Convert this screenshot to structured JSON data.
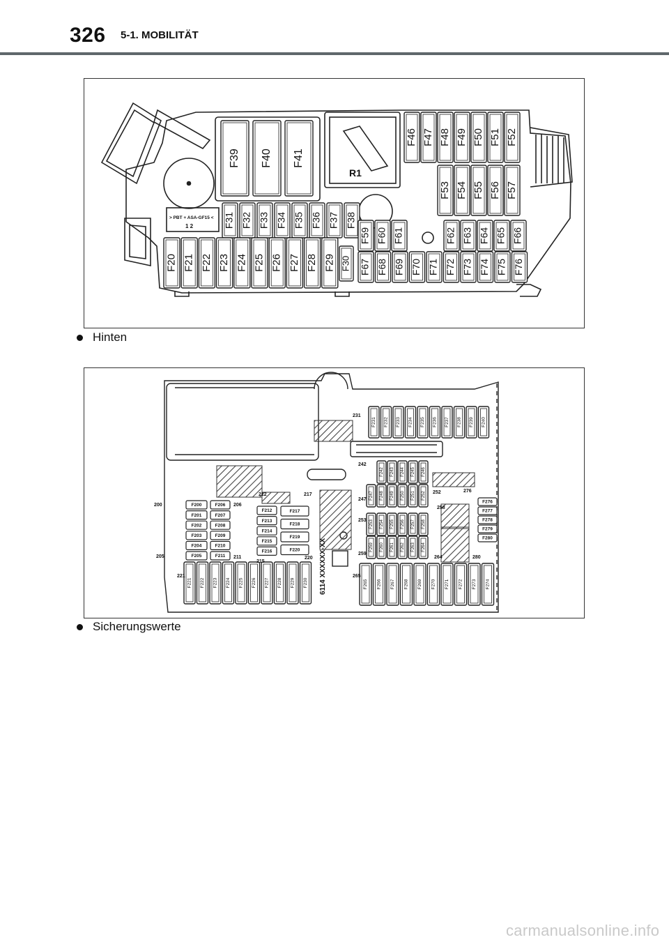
{
  "header": {
    "page_number": "326",
    "section": "5-1. MOBILITÄT"
  },
  "front_box": {
    "top_row": [
      "F46",
      "F47",
      "F48",
      "F49",
      "F50",
      "F51",
      "F52"
    ],
    "mid_row": [
      "F53",
      "F54",
      "F55",
      "F56",
      "F57"
    ],
    "maxi_fuses": [
      "F39",
      "F40",
      "F41"
    ],
    "relay": "R1",
    "mini_row": [
      "F31",
      "F32",
      "F33",
      "F34",
      "F35",
      "F36",
      "F37",
      "F38"
    ],
    "label_strip": [
      "> PBT + ASA-GF15 <",
      "1 2"
    ],
    "large_row": [
      "F20",
      "F21",
      "F22",
      "F23",
      "F24",
      "F25",
      "F26",
      "F27",
      "F28",
      "F29"
    ],
    "small_single": "F30",
    "row_a": [
      "F59",
      "F60",
      "F61"
    ],
    "row_b": [
      "F62",
      "F63",
      "F64",
      "F65",
      "F66"
    ],
    "row_c": [
      "F67",
      "F68",
      "F69",
      "F70",
      "F71",
      "F72",
      "F73",
      "F74",
      "F75",
      "F76"
    ]
  },
  "rear_box": {
    "left_col": [
      "F200",
      "F201",
      "F202",
      "F203",
      "F204",
      "F205"
    ],
    "left_col2": [
      "F206",
      "F207",
      "F208",
      "F209",
      "F210",
      "F211"
    ],
    "mid_col": [
      "F212",
      "F213",
      "F214",
      "F215",
      "F216"
    ],
    "mid_col2": [
      "F217",
      "F218",
      "F219",
      "F220"
    ],
    "bottom_left": [
      "F221",
      "F222",
      "F223",
      "F224",
      "F225",
      "F226",
      "F227",
      "F228",
      "F229",
      "F230"
    ],
    "top_right": [
      "F231",
      "F232",
      "F233",
      "F234",
      "F235",
      "F236",
      "F237",
      "F238",
      "F239",
      "F240"
    ],
    "grid_r1": [
      "F242",
      "F243",
      "F244",
      "F245",
      "F246"
    ],
    "grid_r2": [
      "F247",
      "F248",
      "F249",
      "F250",
      "F251",
      "F252"
    ],
    "grid_r3": [
      "F253",
      "F254",
      "F255",
      "F256",
      "F257",
      "F258"
    ],
    "grid_r4": [
      "F259",
      "F260",
      "F261",
      "F262",
      "F263",
      "F264"
    ],
    "bottom_right": [
      "F265",
      "F266",
      "F267",
      "F268",
      "F269",
      "F270",
      "F271",
      "F272",
      "F273",
      "F274"
    ],
    "right_col": [
      "F276",
      "F277",
      "F278",
      "F279",
      "F280"
    ],
    "markers": [
      "200",
      "205",
      "206",
      "211",
      "212",
      "217",
      "215",
      "220",
      "221",
      "231",
      "242",
      "247",
      "252",
      "253",
      "258",
      "259",
      "264",
      "265",
      "276",
      "280"
    ],
    "part_code": "6114 XXXXXX-XX"
  },
  "captions": {
    "front": "Hinten",
    "rear": "Sicherungswerte"
  },
  "footer": {
    "watermark": "carmanualsonline.info"
  }
}
